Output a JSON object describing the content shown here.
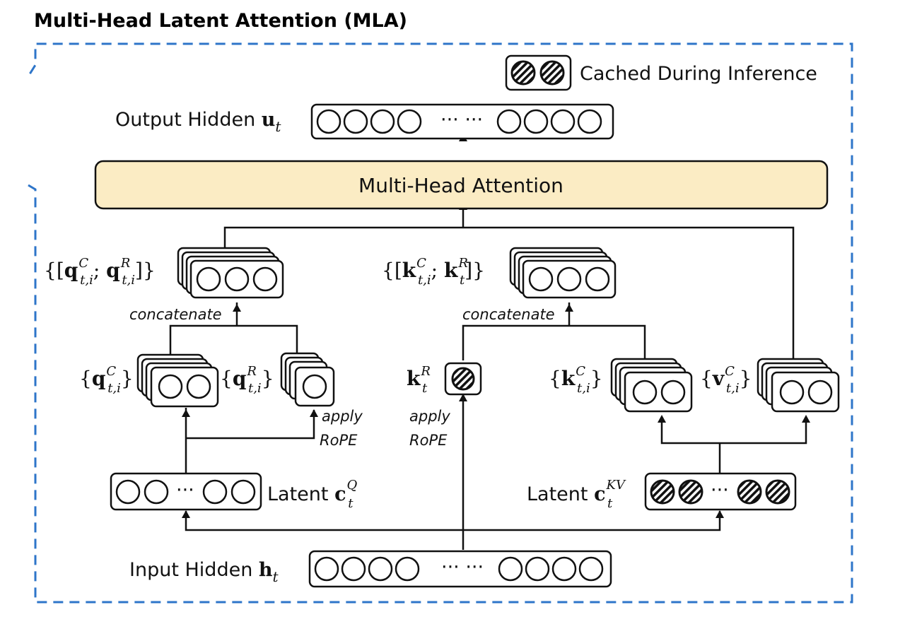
{
  "title": "Multi-Head Latent Attention (MLA)",
  "legend": {
    "label": "Cached During Inference"
  },
  "nodes": {
    "output_hidden": {
      "label": "Output Hidden",
      "symbol": "u",
      "sub": "t"
    },
    "mha": {
      "label": "Multi-Head Attention"
    },
    "input_hidden": {
      "label": "Input Hidden",
      "symbol": "h",
      "sub": "t"
    },
    "latent_q": {
      "label": "Latent",
      "symbol": "c",
      "sub": "t",
      "sup": "Q"
    },
    "latent_kv": {
      "label": "Latent",
      "symbol": "c",
      "sub": "t",
      "sup": "KV"
    },
    "q_concat": {
      "q": "q",
      "sup1": "C",
      "sub1": "t,i",
      "sup2": "R",
      "sub2": "t,i"
    },
    "k_concat": {
      "k": "k",
      "sup1": "C",
      "sub1": "t,i",
      "sup2": "R",
      "sub2": "t"
    },
    "q_c": {
      "symbol": "q",
      "sup": "C",
      "sub": "t,i"
    },
    "q_r": {
      "symbol": "q",
      "sup": "R",
      "sub": "t,i"
    },
    "k_r": {
      "symbol": "k",
      "sup": "R",
      "sub": "t"
    },
    "k_c": {
      "symbol": "k",
      "sup": "C",
      "sub": "t,i"
    },
    "v_c": {
      "symbol": "v",
      "sup": "C",
      "sub": "t,i"
    }
  },
  "annotations": {
    "concat_q": "concatenate",
    "concat_k": "concatenate",
    "apply1": "apply",
    "rope1": "RoPE",
    "apply2": "apply",
    "rope2": "RoPE",
    "ellipsis_wide": "··· ···",
    "ellipsis": "···"
  },
  "colors": {
    "mha_fill": "#fbecc4",
    "border_dash": "#2e75c9",
    "line": "#111111"
  }
}
